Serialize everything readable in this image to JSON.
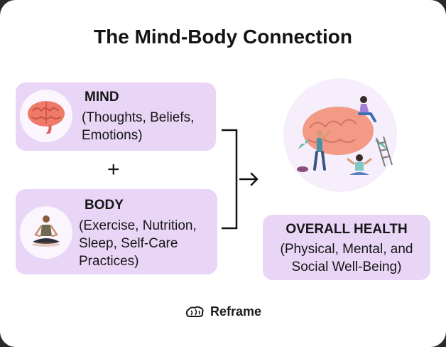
{
  "title": "The Mind-Body Connection",
  "mind": {
    "title": "MIND",
    "description": "(Thoughts, Beliefs,\nEmotions)"
  },
  "plus": "+",
  "body": {
    "title": "BODY",
    "description": "(Exercise, Nutrition,\nSleep, Self-Care\nPractices)"
  },
  "overall_health": {
    "title": "OVERALL HEALTH",
    "description": "(Physical, Mental, and\nSocial Well-Being)"
  },
  "footer": {
    "brand": "Reframe"
  },
  "colors": {
    "box": "#e9d6f6",
    "text": "#161616",
    "brain": "#f27d6c"
  }
}
